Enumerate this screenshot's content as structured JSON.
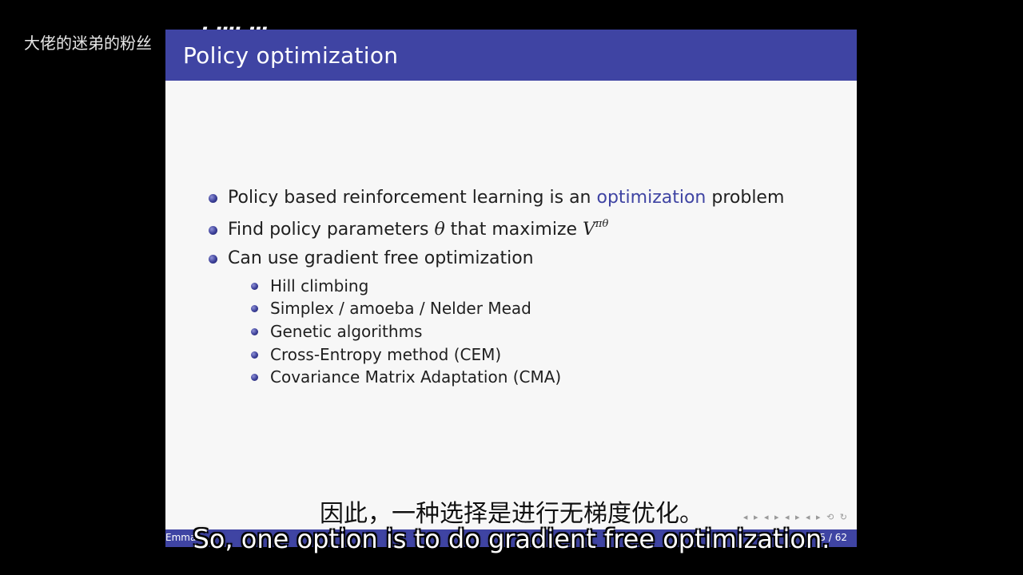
{
  "watermark": {
    "channel": "大佬的迷弟的粉丝",
    "logo": "bilibili"
  },
  "slide": {
    "title": "Policy optimization",
    "bullets": [
      {
        "pre": "Policy based reinforcement learning is an ",
        "accent": "optimization",
        "post": " problem"
      },
      {
        "pre": "Find policy parameters ",
        "theta": "θ",
        "mid": " that maximize ",
        "v": "V",
        "sup": "πθ"
      },
      {
        "text": "Can use gradient free optimization"
      }
    ],
    "subbullets": [
      "Hill climbing",
      "Simplex / amoeba / Nelder Mead",
      "Genetic algorithms",
      "Cross-Entropy method (CEM)",
      "Covariance Matrix Adaptation (CMA)"
    ],
    "footer": {
      "author": "Emma",
      "page": "5 / 62"
    }
  },
  "subtitles": {
    "zh": "因此，一种选择是进行无梯度优化。",
    "en": "So, one option is to do gradient free optimization."
  },
  "colors": {
    "title_bar": "#3f44a3",
    "accent": "#3f44a3"
  }
}
